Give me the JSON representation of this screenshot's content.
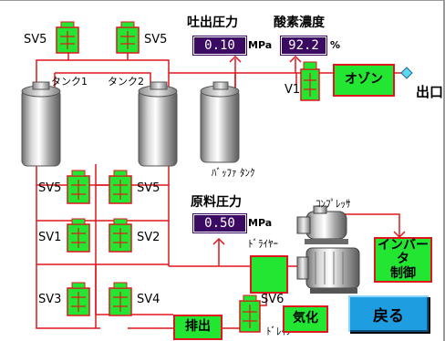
{
  "labels": {
    "discharge_pressure": "吐出圧力",
    "oxygen_concentration": "酸素濃度",
    "raw_pressure": "原料圧力",
    "tank1": "タンク1",
    "tank2": "タンク2",
    "buffer_tank": "ﾊﾞｯﾌｧ ﾀﾝｸ",
    "compressor": "ｺﾝﾌﾟﾚｯｻ",
    "dryer": "ﾄﾞﾗｲﾔｰ",
    "drain": "ﾄﾞﾚｲﾝ",
    "outlet": "出口"
  },
  "readouts": {
    "discharge_pressure": {
      "value": "0.10",
      "unit": "MPa"
    },
    "oxygen_concentration": {
      "value": "92.2",
      "unit": "%"
    },
    "raw_pressure": {
      "value": "0.50",
      "unit": "MPa"
    }
  },
  "valves": {
    "sv5_top_left": "SV5",
    "sv5_top_right": "SV5",
    "sv5_mid_left": "SV5",
    "sv5_mid_right": "SV5",
    "sv1": "SV1",
    "sv2": "SV2",
    "sv3": "SV3",
    "sv4": "SV4",
    "sv6": "SV6",
    "v1": "V1"
  },
  "boxes": {
    "ozone": "オゾン",
    "inverter": "インバータ\n制御",
    "exhaust": "排出",
    "vaporize": "気化"
  },
  "buttons": {
    "back": "戻る"
  },
  "colors": {
    "pipe": "#e0161d",
    "component": "#22e632",
    "readout_bg": "#3b0a63",
    "button": "#1e9de0"
  }
}
